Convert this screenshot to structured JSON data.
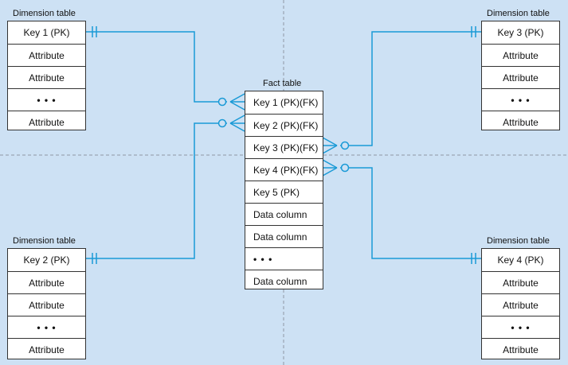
{
  "fact": {
    "title": "Fact table",
    "rows": [
      "Key 1 (PK)(FK)",
      "Key 2 (PK)(FK)",
      "Key 3 (PK)(FK)",
      "Key 4 (PK)(FK)",
      "Key 5 (PK)",
      "Data column",
      "Data column",
      "• • •",
      "Data column"
    ]
  },
  "dimensions": [
    {
      "title": "Dimension table",
      "rows": [
        "Key 1 (PK)",
        "Attribute",
        "Attribute",
        "• • •",
        "Attribute"
      ]
    },
    {
      "title": "Dimension table",
      "rows": [
        "Key 3 (PK)",
        "Attribute",
        "Attribute",
        "• • •",
        "Attribute"
      ]
    },
    {
      "title": "Dimension table",
      "rows": [
        "Key 2 (PK)",
        "Attribute",
        "Attribute",
        "• • •",
        "Attribute"
      ]
    },
    {
      "title": "Dimension table",
      "rows": [
        "Key 4 (PK)",
        "Attribute",
        "Attribute",
        "• • •",
        "Attribute"
      ]
    }
  ],
  "colors": {
    "background": "#cde1f4",
    "connector": "#1a9ad6",
    "guide": "#8f98a3",
    "border": "#333333"
  }
}
